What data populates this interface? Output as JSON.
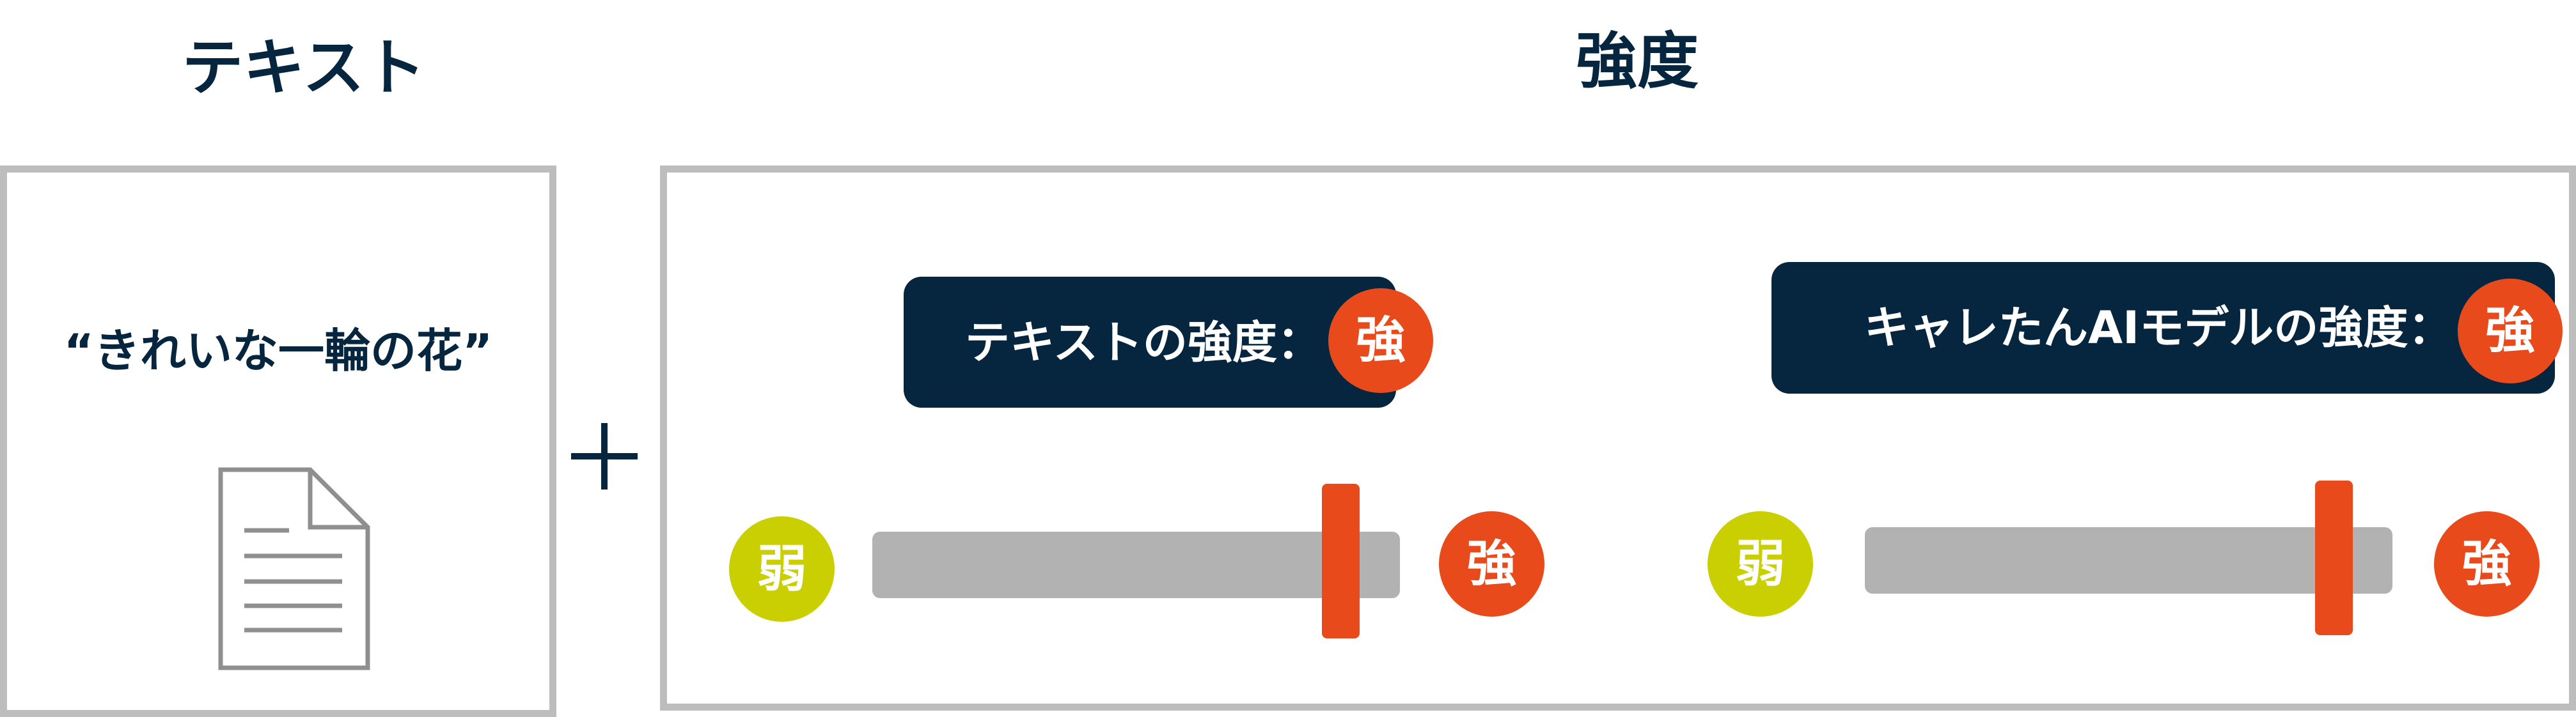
{
  "headings": {
    "text": "テキスト",
    "strength": "強度"
  },
  "prompt": {
    "text": "“きれいな一輪の花”",
    "icon": "document-icon"
  },
  "text_strength": {
    "label": "テキストの強度：",
    "badge": "強",
    "slider": {
      "min_label": "弱",
      "max_label": "強",
      "value": 0.9
    }
  },
  "model_strength": {
    "label": "キャレたんAIモデルの強度：",
    "badge": "強",
    "slider": {
      "min_label": "弱",
      "max_label": "強",
      "value": 0.9
    }
  },
  "colors": {
    "navy": "#06263f",
    "strong": "#e84a1b",
    "weak": "#c9cf00",
    "track": "#b1b2b1",
    "border": "#bdbdbd"
  }
}
